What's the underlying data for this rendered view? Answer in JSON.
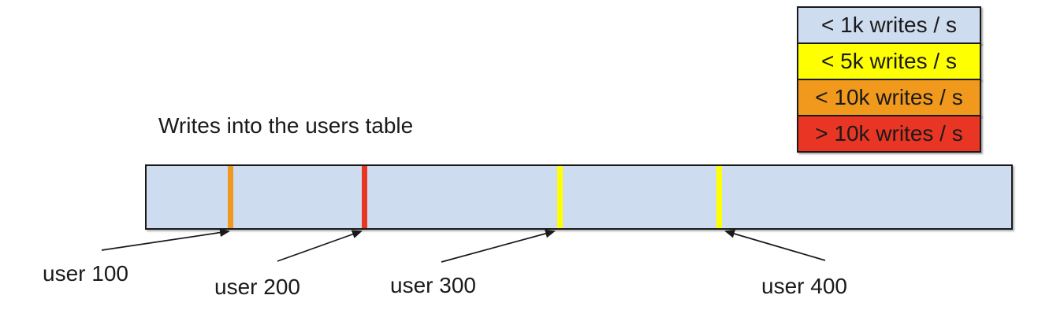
{
  "title": "Writes into the users table",
  "legend": {
    "items": [
      {
        "id": "lt-1k",
        "label": "< 1k writes / s",
        "color": "#cedcf0"
      },
      {
        "id": "lt-5k",
        "label": "< 5k writes / s",
        "color": "#feff00"
      },
      {
        "id": "lt-10k",
        "label": "< 10k writes / s",
        "color": "#f0991c"
      },
      {
        "id": "gt-10k",
        "label": "> 10k writes / s",
        "color": "#e93524"
      }
    ]
  },
  "bar": {
    "fill": "#cedcf0",
    "border_color": "#1a1a1a",
    "markers": [
      {
        "id": "user-100",
        "label": "user 100",
        "color": "#f0991c"
      },
      {
        "id": "user-200",
        "label": "user 200",
        "color": "#e93524"
      },
      {
        "id": "user-300",
        "label": "user 300",
        "color": "#feff00"
      },
      {
        "id": "user-400",
        "label": "user 400",
        "color": "#feff00"
      }
    ]
  }
}
